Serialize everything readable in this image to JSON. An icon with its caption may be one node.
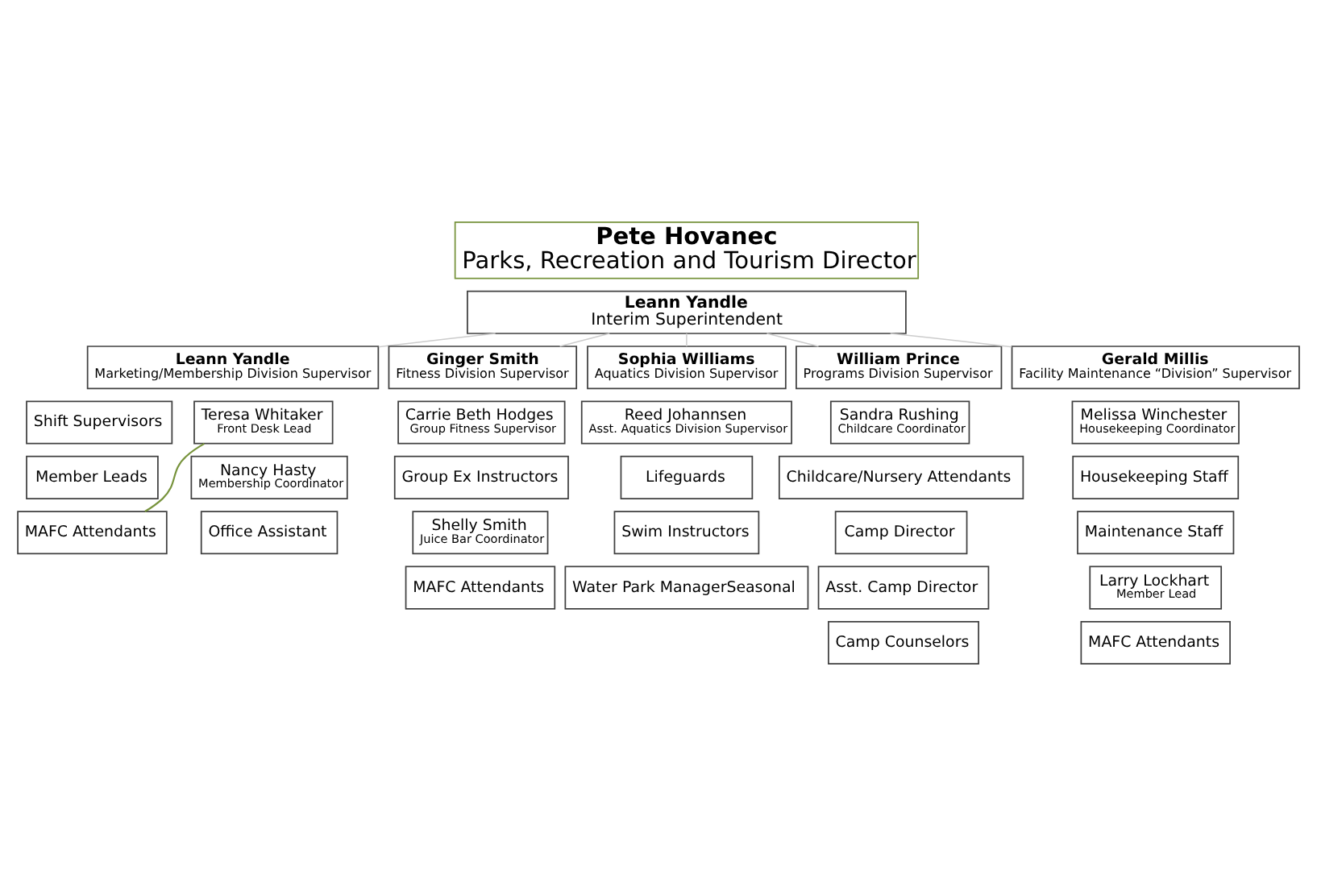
{
  "diagram": {
    "nodes": [
      {
        "text": [
          "Pete Hovanec",
          "Parks, Recreation and Tourism Director"
        ]
      },
      {
        "text": [
          "Leann Yandle",
          "Interim Superintendent"
        ]
      },
      {
        "text": [
          "Leann Yandle",
          "Marketing/Membership Division Supervisor"
        ]
      },
      {
        "text": [
          "Ginger Smith",
          "Fitness Division Supervisor"
        ]
      },
      {
        "text": [
          "Sophia Williams",
          "Aquatics Division Supervisor"
        ]
      },
      {
        "text": [
          "William Prince",
          "Programs Division Supervisor"
        ]
      },
      {
        "text": [
          "Gerald Millis",
          "Facility Maintenance “Division” Supervisor"
        ]
      },
      {
        "text": [
          "Shift Supervisors"
        ]
      },
      {
        "text": [
          "Member Leads"
        ]
      },
      {
        "text": [
          "MAFC Attendants"
        ]
      },
      {
        "text": [
          "Teresa Whitaker",
          "Front Desk Lead"
        ]
      },
      {
        "text": [
          "Nancy Hasty",
          "Membership Coordinator"
        ]
      },
      {
        "text": [
          "Office Assistant"
        ]
      },
      {
        "text": [
          "Carrie Beth Hodges",
          "Group Fitness Supervisor"
        ]
      },
      {
        "text": [
          "Group Ex Instructors"
        ]
      },
      {
        "text": [
          "Shelly Smith",
          "Juice Bar Coordinator"
        ]
      },
      {
        "text": [
          "MAFC Attendants"
        ]
      },
      {
        "text": [
          "Reed Johannsen",
          "Asst. Aquatics Division Supervisor"
        ]
      },
      {
        "text": [
          "Lifeguards"
        ]
      },
      {
        "text": [
          "Swim Instructors"
        ]
      },
      {
        "text": [
          "Water Park ManagerSeasonal"
        ]
      },
      {
        "text": [
          "Sandra Rushing",
          "Childcare Coordinator"
        ]
      },
      {
        "text": [
          "Childcare/Nursery Attendants"
        ]
      },
      {
        "text": [
          "Camp Director"
        ]
      },
      {
        "text": [
          "Asst. Camp Director"
        ]
      },
      {
        "text": [
          "Camp Counselors"
        ]
      },
      {
        "text": [
          "Melissa Winchester",
          "Housekeeping Coordinator"
        ]
      },
      {
        "text": [
          "Housekeeping Staff"
        ]
      },
      {
        "text": [
          "Maintenance Staff"
        ]
      },
      {
        "text": [
          "Larry Lockhart",
          "Member Lead"
        ]
      },
      {
        "text": [
          "MAFC Attendants"
        ]
      }
    ],
    "edges": [
      {
        "from": 1,
        "to": 2,
        "arrow": "none"
      },
      {
        "from": 1,
        "to": 3,
        "arrow": "none"
      },
      {
        "from": 1,
        "to": 4,
        "arrow": "none"
      },
      {
        "from": 1,
        "to": 5,
        "arrow": "none"
      },
      {
        "from": 1,
        "to": 6,
        "arrow": "none"
      },
      {
        "from": 10,
        "to": 9,
        "arrow": "none",
        "color": "#77933c"
      }
    ]
  }
}
